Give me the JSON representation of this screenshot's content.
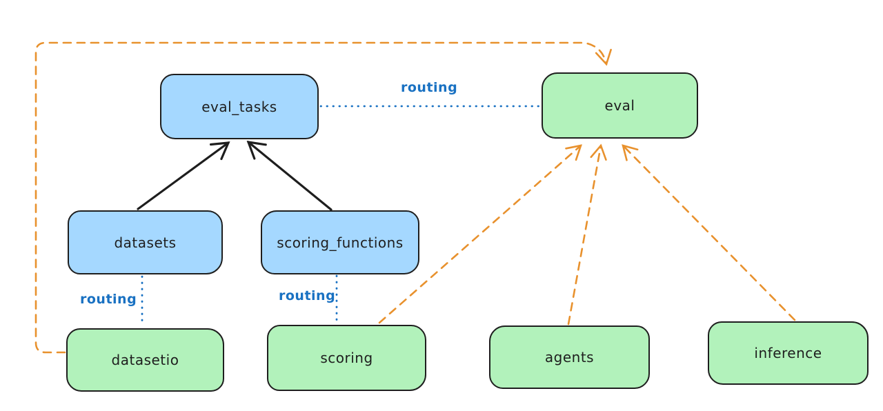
{
  "diagram": {
    "nodes": [
      {
        "id": "eval_tasks",
        "label": "eval_tasks",
        "fill": "#a5d8ff"
      },
      {
        "id": "eval",
        "label": "eval",
        "fill": "#b2f2bb"
      },
      {
        "id": "datasets",
        "label": "datasets",
        "fill": "#a5d8ff"
      },
      {
        "id": "scoring_functions",
        "label": "scoring_functions",
        "fill": "#a5d8ff"
      },
      {
        "id": "datasetio",
        "label": "datasetio",
        "fill": "#b2f2bb"
      },
      {
        "id": "scoring",
        "label": "scoring",
        "fill": "#b2f2bb"
      },
      {
        "id": "agents",
        "label": "agents",
        "fill": "#b2f2bb"
      },
      {
        "id": "inference",
        "label": "inference",
        "fill": "#b2f2bb"
      }
    ],
    "edges": [
      {
        "from": "datasets",
        "to": "eval_tasks",
        "style": "solid",
        "color": "#1e1e1e",
        "arrow": true,
        "label": ""
      },
      {
        "from": "scoring_functions",
        "to": "eval_tasks",
        "style": "solid",
        "color": "#1e1e1e",
        "arrow": true,
        "label": ""
      },
      {
        "from": "eval_tasks",
        "to": "eval",
        "style": "dotted",
        "color": "#1971c2",
        "arrow": false,
        "label": "routing"
      },
      {
        "from": "datasets",
        "to": "datasetio",
        "style": "dotted",
        "color": "#1971c2",
        "arrow": false,
        "label": "routing"
      },
      {
        "from": "scoring_functions",
        "to": "scoring",
        "style": "dotted",
        "color": "#1971c2",
        "arrow": false,
        "label": "routing"
      },
      {
        "from": "datasetio",
        "to": "eval",
        "style": "dashed",
        "color": "#e8912d",
        "arrow": true,
        "label": ""
      },
      {
        "from": "scoring",
        "to": "eval",
        "style": "dashed",
        "color": "#e8912d",
        "arrow": true,
        "label": ""
      },
      {
        "from": "agents",
        "to": "eval",
        "style": "dashed",
        "color": "#e8912d",
        "arrow": true,
        "label": ""
      },
      {
        "from": "inference",
        "to": "eval",
        "style": "dashed",
        "color": "#e8912d",
        "arrow": true,
        "label": ""
      }
    ],
    "edge_labels": [
      {
        "text": "routing"
      },
      {
        "text": "routing"
      },
      {
        "text": "routing"
      }
    ],
    "colors": {
      "background": "#ffffff",
      "node_stroke": "#1e1e1e",
      "blue_fill": "#a5d8ff",
      "green_fill": "#b2f2bb",
      "routing_blue": "#1971c2",
      "dependency_orange": "#e8912d"
    }
  }
}
